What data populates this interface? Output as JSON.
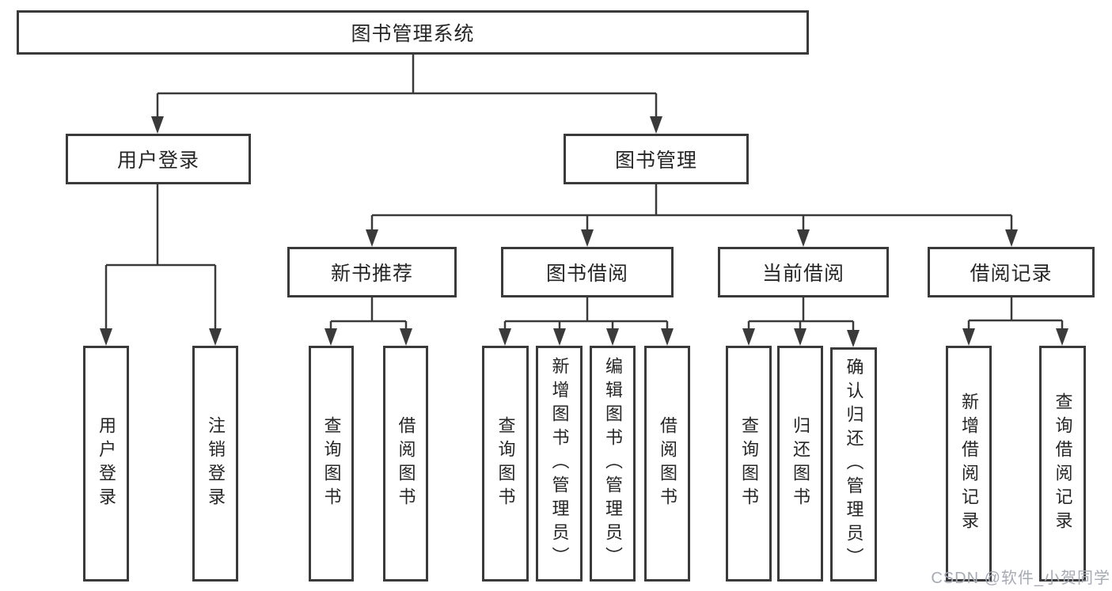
{
  "diagram": {
    "root": {
      "label": "图书管理系统"
    },
    "branches": [
      {
        "label": "用户登录",
        "children": [
          {
            "label": "用户登录"
          },
          {
            "label": "注销登录"
          }
        ]
      },
      {
        "label": "图书管理",
        "children": [
          {
            "label": "新书推荐",
            "children": [
              {
                "label": "查询图书"
              },
              {
                "label": "借阅图书"
              }
            ]
          },
          {
            "label": "图书借阅",
            "children": [
              {
                "label": "查询图书"
              },
              {
                "label": "新增图书（管理员）"
              },
              {
                "label": "编辑图书（管理员）"
              },
              {
                "label": "借阅图书"
              }
            ]
          },
          {
            "label": "当前借阅",
            "children": [
              {
                "label": "查询图书"
              },
              {
                "label": "归还图书"
              },
              {
                "label": "确认归还（管理员）"
              }
            ]
          },
          {
            "label": "借阅记录",
            "children": [
              {
                "label": "新增借阅记录"
              },
              {
                "label": "查询借阅记录"
              }
            ]
          }
        ]
      }
    ]
  },
  "watermark": {
    "text": "CSDN @软件_小贺同学"
  },
  "colors": {
    "line": "#3a3a3a",
    "text": "#262626",
    "background": "#ffffff",
    "watermark": "#a6aab4"
  }
}
